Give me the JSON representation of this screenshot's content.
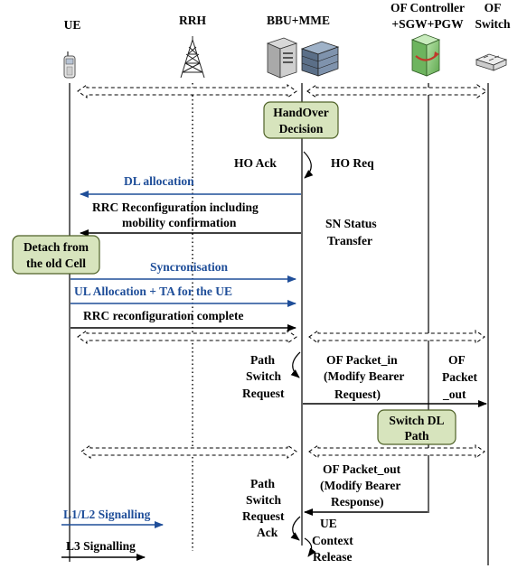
{
  "entities": {
    "ue": "UE",
    "rrh": "RRH",
    "bbu": "BBU+MME",
    "ofc_line1": "OF Controller",
    "ofc_line2": "+SGW+PGW",
    "ofs_line1": "OF",
    "ofs_line2": "Switch"
  },
  "boxes": {
    "handover_1": "HandOver",
    "handover_2": "Decision",
    "detach_1": "Detach from",
    "detach_2": "the old Cell",
    "switchdl_1": "Switch DL",
    "switchdl_2": "Path"
  },
  "messages": {
    "ho_ack": "HO Ack",
    "ho_req": "HO Req",
    "dl_allocation": "DL allocation",
    "rrc_reconf_1": "RRC Reconfiguration including",
    "rrc_reconf_2": "mobility confirmation",
    "sn_status_1": "SN Status",
    "sn_status_2": "Transfer",
    "syncronisation": "Syncronisation",
    "ul_allocation": "UL Allocation + TA for the UE",
    "rrc_complete": "RRC reconfiguration complete",
    "path_switch_1": "Path",
    "path_switch_2": "Switch",
    "path_switch_3": "Request",
    "of_packet_in_1": "OF Packet_in",
    "of_packet_in_2": "(Modify Bearer",
    "of_packet_in_3": "Request)",
    "of_packet_out_1": "OF",
    "of_packet_out_2": "Packet",
    "of_packet_out_3": "_out",
    "of_packet_out_resp_1": "OF Packet_out",
    "of_packet_out_resp_2": "(Modify Bearer",
    "of_packet_out_resp_3": "Response)",
    "ps_ack_1": "Path",
    "ps_ack_2": "Switch",
    "ps_ack_3": "Request",
    "ps_ack_4": "Ack",
    "ue_ctx_1": "UE",
    "ue_ctx_2": "Context",
    "ue_ctx_3": "Release"
  },
  "legend": {
    "l1l2": "L1/L2 Signalling",
    "l3": "L3 Signalling"
  },
  "colors": {
    "l1l2_blue": "#1f4e99",
    "box_green": "#d7e4bd",
    "box_border": "#4f6228"
  }
}
